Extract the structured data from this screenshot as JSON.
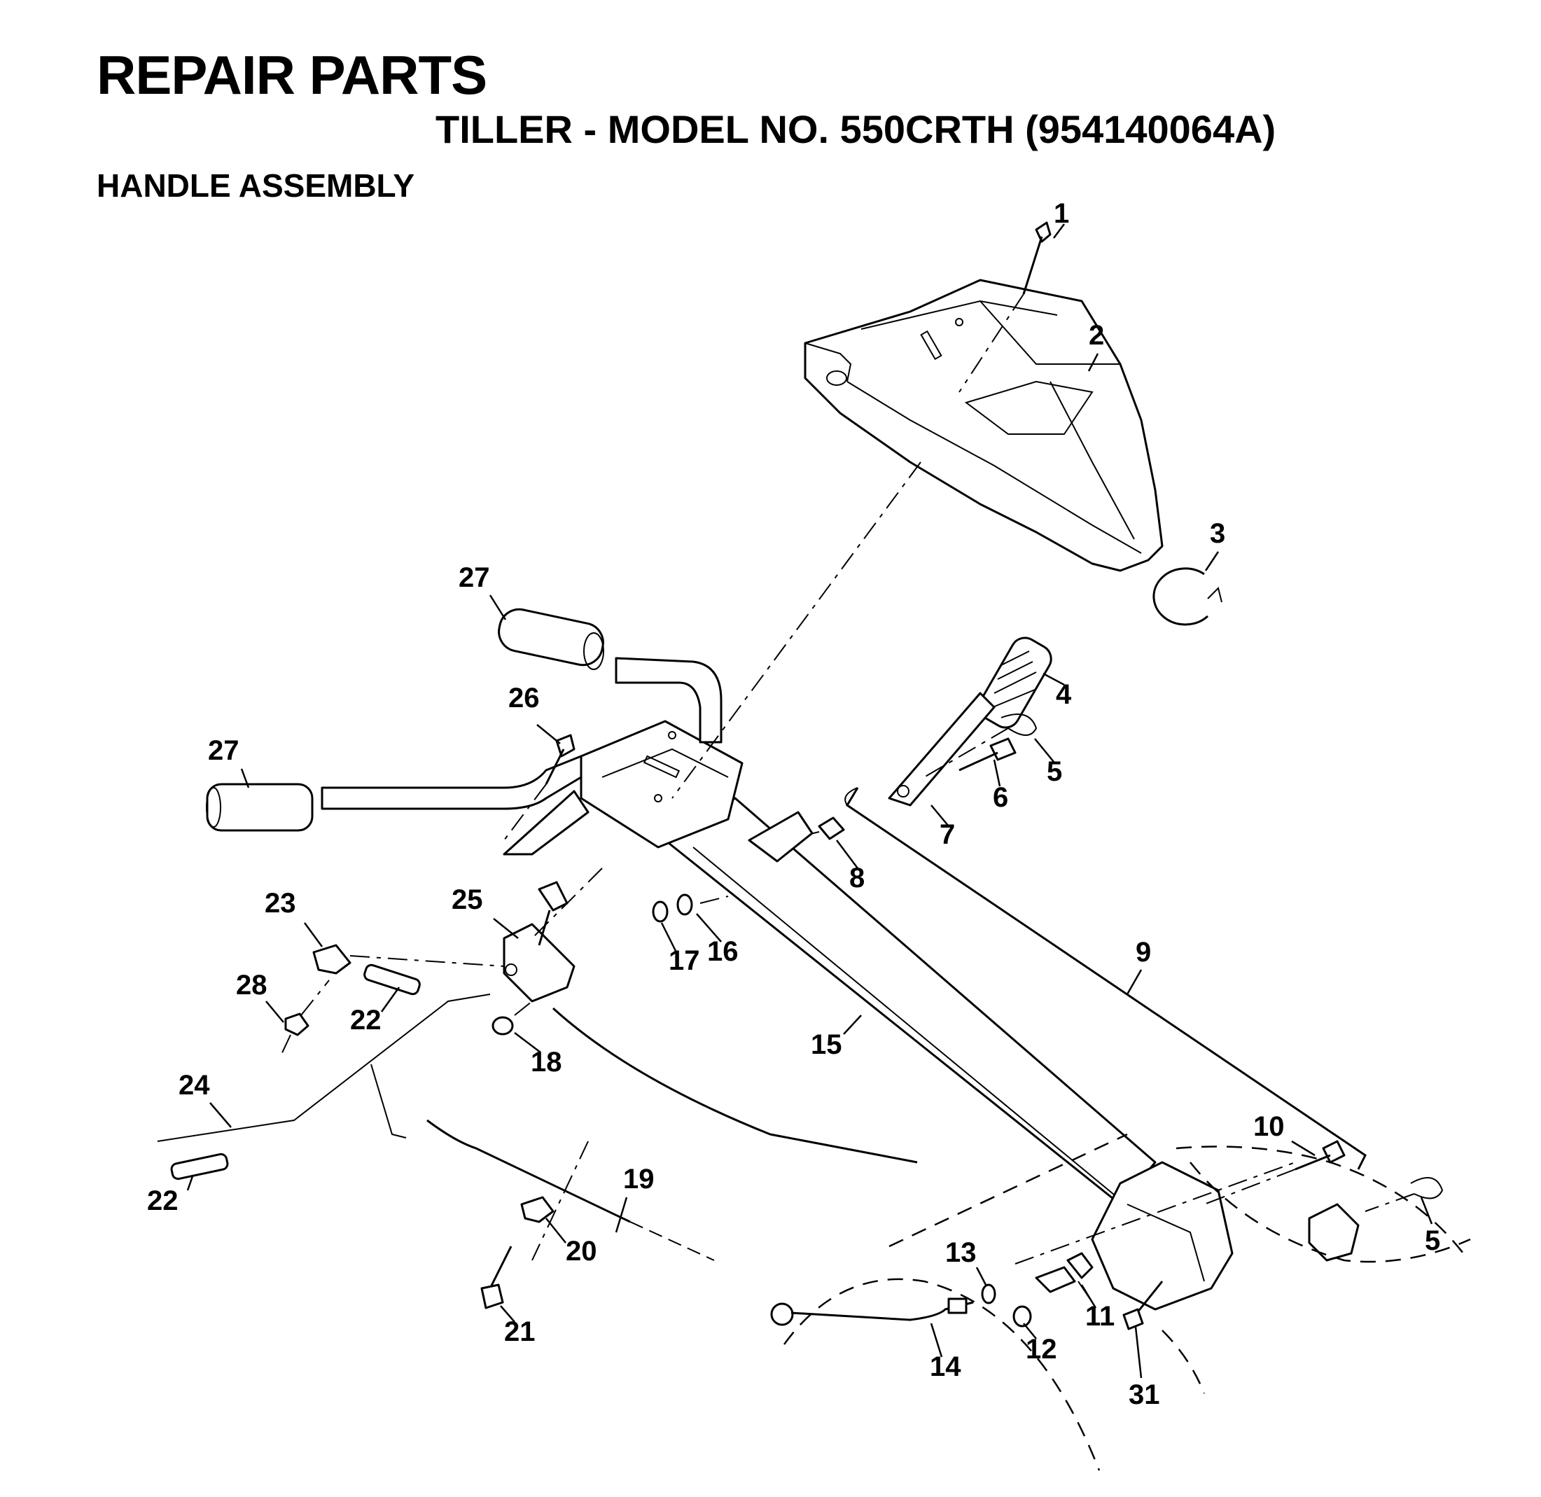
{
  "header": {
    "title": "REPAIR PARTS",
    "subtitle": "TILLER - MODEL NO. 550CRTH (954140064A)",
    "section": "HANDLE ASSEMBLY"
  },
  "callouts": [
    "1",
    "2",
    "3",
    "4",
    "5",
    "6",
    "7",
    "8",
    "9",
    "10",
    "11",
    "12",
    "13",
    "14",
    "15",
    "16",
    "17",
    "18",
    "19",
    "20",
    "21",
    "22",
    "22",
    "23",
    "24",
    "25",
    "26",
    "27",
    "27",
    "28",
    "31",
    "5"
  ]
}
